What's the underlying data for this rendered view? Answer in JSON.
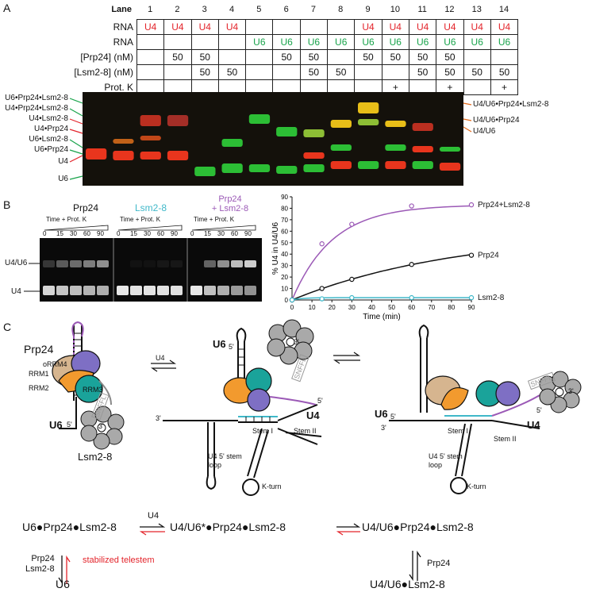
{
  "panelA": {
    "letter": "A",
    "lane_header": "Lane",
    "lane_numbers": [
      "1",
      "2",
      "3",
      "4",
      "5",
      "6",
      "7",
      "8",
      "9",
      "10",
      "11",
      "12",
      "13",
      "14"
    ],
    "rows": [
      {
        "label": "RNA",
        "cells": [
          "U4",
          "U4",
          "U4",
          "U4",
          "",
          "",
          "",
          "",
          "U4",
          "U4",
          "U4",
          "U4",
          "U4",
          "U4"
        ],
        "color": "red"
      },
      {
        "label": "RNA",
        "cells": [
          "",
          "",
          "",
          "",
          "U6",
          "U6",
          "U6",
          "U6",
          "U6",
          "U6",
          "U6",
          "U6",
          "U6",
          "U6"
        ],
        "color": "green"
      },
      {
        "label": "[Prp24] (nM)",
        "cells": [
          "",
          "50",
          "50",
          "",
          "",
          "50",
          "50",
          "",
          "50",
          "50",
          "50",
          "50",
          "",
          ""
        ],
        "color": "black"
      },
      {
        "label": "[Lsm2-8] (nM)",
        "cells": [
          "",
          "",
          "50",
          "50",
          "",
          "",
          "50",
          "50",
          "",
          "",
          "50",
          "50",
          "50",
          "50"
        ],
        "color": "black"
      },
      {
        "label": "Prot. K",
        "cells": [
          "",
          "",
          "",
          "",
          "",
          "",
          "",
          "",
          "",
          "+",
          "",
          "+",
          "",
          "+"
        ],
        "color": "black"
      }
    ],
    "left_labels": [
      "U6•Prp24•Lsm2-8",
      "U4•Prp24•Lsm2-8",
      "U4•Lsm2-8",
      "U4•Prp24",
      "U6•Lsm2-8",
      "U6•Prp24",
      "U4",
      "U6"
    ],
    "right_labels": [
      "U4/U6•Prp24•Lsm2-8",
      "U4/U6•Prp24",
      "U4/U6"
    ]
  },
  "panelB": {
    "letter": "B",
    "gel_titles": [
      "Prp24",
      "Lsm2-8",
      "Prp24\n+ Lsm2-8"
    ],
    "gel_subtitle": "Time + Prot. K",
    "timepoints": [
      "0",
      "15",
      "30",
      "60",
      "90"
    ],
    "gel_labels": [
      "U4/U6",
      "U4"
    ],
    "chart_data": {
      "type": "scatter",
      "xlabel": "Time (min)",
      "ylabel": "% U4 in U4/U6",
      "xlim": [
        0,
        90
      ],
      "ylim": [
        0,
        90
      ],
      "xticks": [
        0,
        10,
        20,
        30,
        40,
        50,
        60,
        70,
        80,
        90
      ],
      "yticks": [
        0,
        10,
        20,
        30,
        40,
        50,
        60,
        70,
        80,
        90
      ],
      "series": [
        {
          "name": "Prp24+Lsm2-8",
          "color": "#9b59b6",
          "x": [
            0,
            15,
            30,
            60,
            90
          ],
          "y": [
            0,
            49,
            66,
            82,
            83
          ]
        },
        {
          "name": "Prp24",
          "color": "#111111",
          "x": [
            0,
            15,
            30,
            60,
            90
          ],
          "y": [
            0,
            10,
            18,
            31,
            39
          ]
        },
        {
          "name": "Lsm2-8",
          "color": "#3fb8c9",
          "x": [
            0,
            15,
            30,
            60,
            90
          ],
          "y": [
            0,
            1,
            2,
            2,
            2
          ]
        }
      ]
    }
  },
  "panelC": {
    "letter": "C",
    "labels": {
      "prp24": "Prp24",
      "orrm4": "oRRM4",
      "rrm1": "RRM1",
      "rrm2": "RRM2",
      "rrm3": "RRM3",
      "snffl": "SNFFL",
      "u6": "U6",
      "u4": "U4",
      "five": "5'",
      "three": "3'",
      "lsm": "Lsm2-8",
      "stem1": "Stem I",
      "stem2": "Stem II",
      "u4stem": "U4 5' stem\nloop",
      "kturn": "K-turn"
    },
    "scheme": {
      "s1": "U6●Prp24●Lsm2-8",
      "s2": "U4/U6*●Prp24●Lsm2-8",
      "s3": "U4/U6●Prp24●Lsm2-8",
      "s4": "U6",
      "s5": "U4/U6●Lsm2-8",
      "u4": "U4",
      "prp24_lsm": "Prp24\nLsm2-8",
      "prp24": "Prp24",
      "stabilized": "stabilized telestem"
    }
  }
}
